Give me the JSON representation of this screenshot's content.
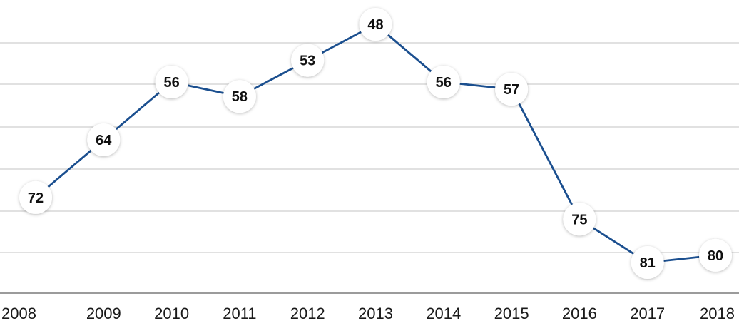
{
  "chart_data": {
    "type": "line",
    "title": "",
    "xlabel": "",
    "ylabel": "",
    "inverted_y": true,
    "grid": true,
    "categories": [
      "2008",
      "2009",
      "2010",
      "2011",
      "2012",
      "2013",
      "2014",
      "2015",
      "2016",
      "2017",
      "2018"
    ],
    "series": [
      {
        "values": [
          72,
          64,
          56,
          58,
          53,
          48,
          56,
          57,
          75,
          81,
          80
        ],
        "color": "#1b4f8f"
      }
    ],
    "ylim": [
      45,
      85
    ],
    "data_labels": true
  }
}
